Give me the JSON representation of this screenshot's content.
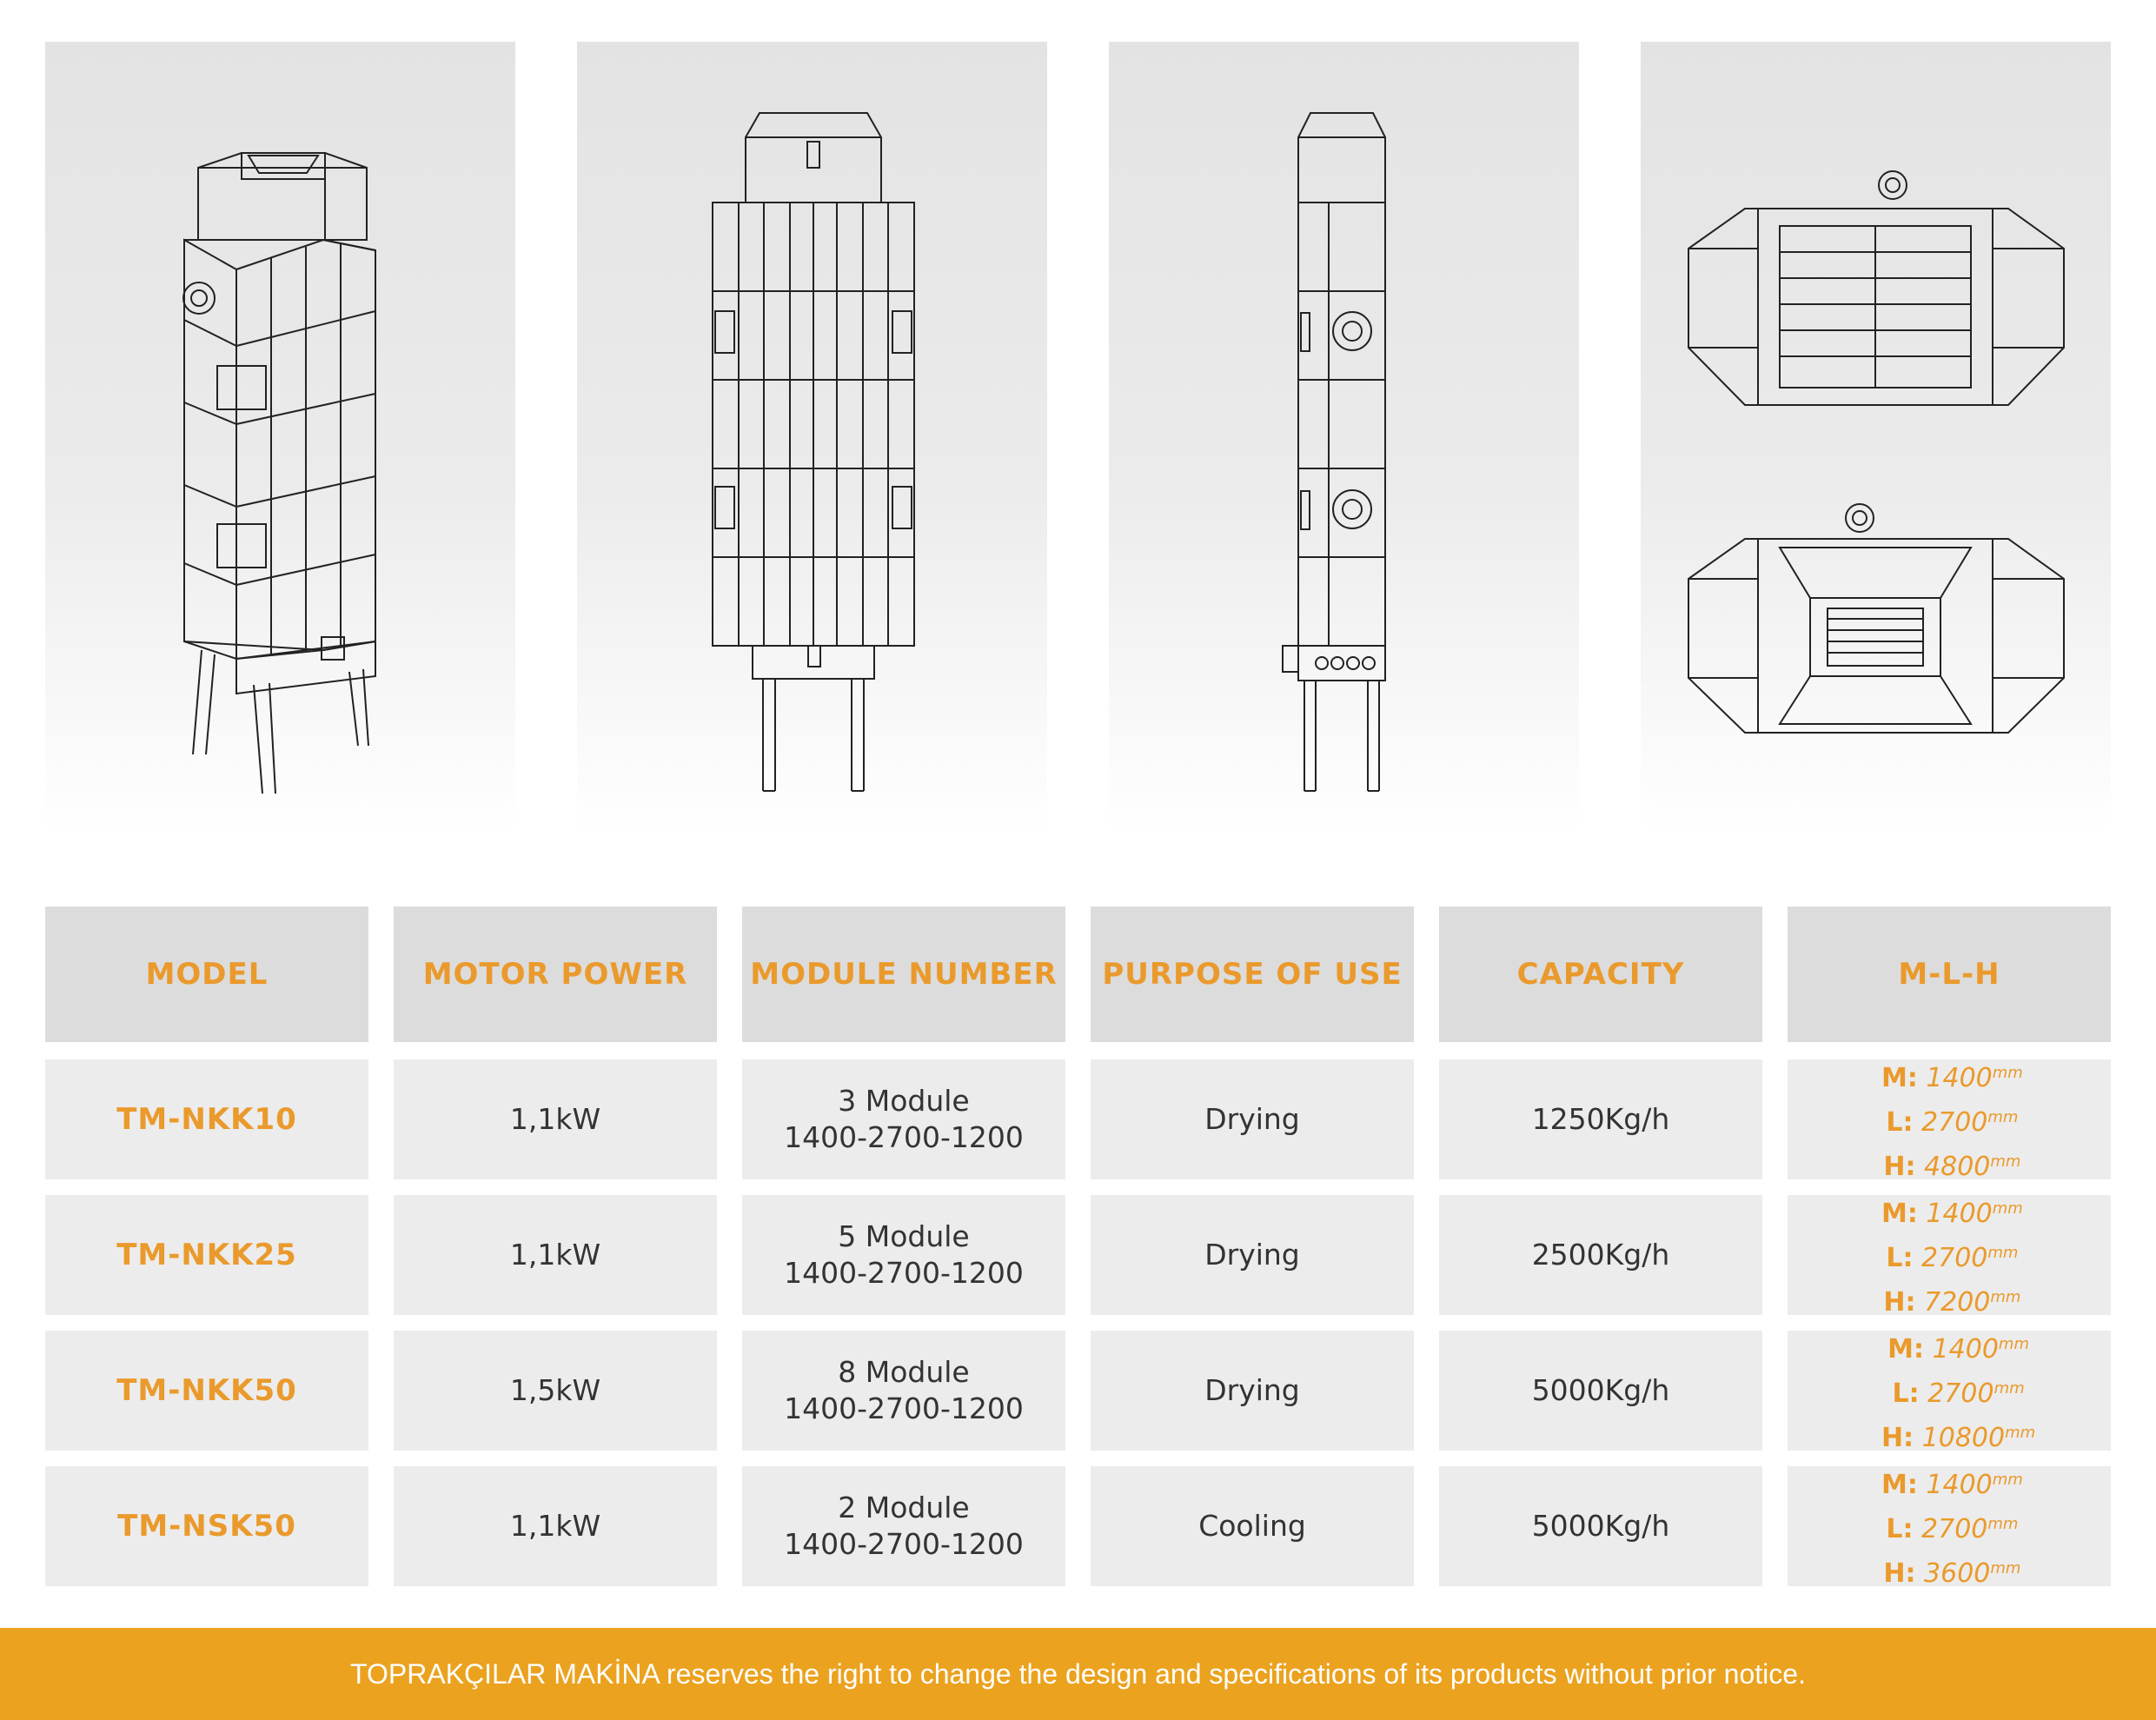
{
  "table": {
    "headers": [
      "MODEL",
      "MOTOR POWER",
      "MODULE NUMBER",
      "PURPOSE OF USE",
      "CAPACITY",
      "M-L-H"
    ],
    "rows": [
      {
        "model": "TM-NKK10",
        "power": "1,1kW",
        "modules": "3 Module",
        "module_dims": "1400-2700-1200",
        "purpose": "Drying",
        "capacity": "1250Kg/h",
        "m": "1400",
        "l": "2700",
        "h": "4800"
      },
      {
        "model": "TM-NKK25",
        "power": "1,1kW",
        "modules": "5 Module",
        "module_dims": "1400-2700-1200",
        "purpose": "Drying",
        "capacity": "2500Kg/h",
        "m": "1400",
        "l": "2700",
        "h": "7200"
      },
      {
        "model": "TM-NKK50",
        "power": "1,5kW",
        "modules": "8 Module",
        "module_dims": "1400-2700-1200",
        "purpose": "Drying",
        "capacity": "5000Kg/h",
        "m": "1400",
        "l": "2700",
        "h": "10800"
      },
      {
        "model": "TM-NSK50",
        "power": "1,1kW",
        "modules": "2 Module",
        "module_dims": "1400-2700-1200",
        "purpose": "Cooling",
        "capacity": "5000Kg/h",
        "m": "1400",
        "l": "2700",
        "h": "3600"
      }
    ],
    "dim_labels": {
      "m": "M:",
      "l": "L:",
      "h": "H:"
    },
    "unit": "mm"
  },
  "footer": {
    "text": "TOPRAKÇILAR MAKİNA reserves the right to change the design and specifications of its products without prior notice."
  },
  "colors": {
    "accent": "#ea9a2c",
    "footer_bar": "#eba21f",
    "cell_bg": "#ececec",
    "header_bg": "#dcdcdc"
  }
}
